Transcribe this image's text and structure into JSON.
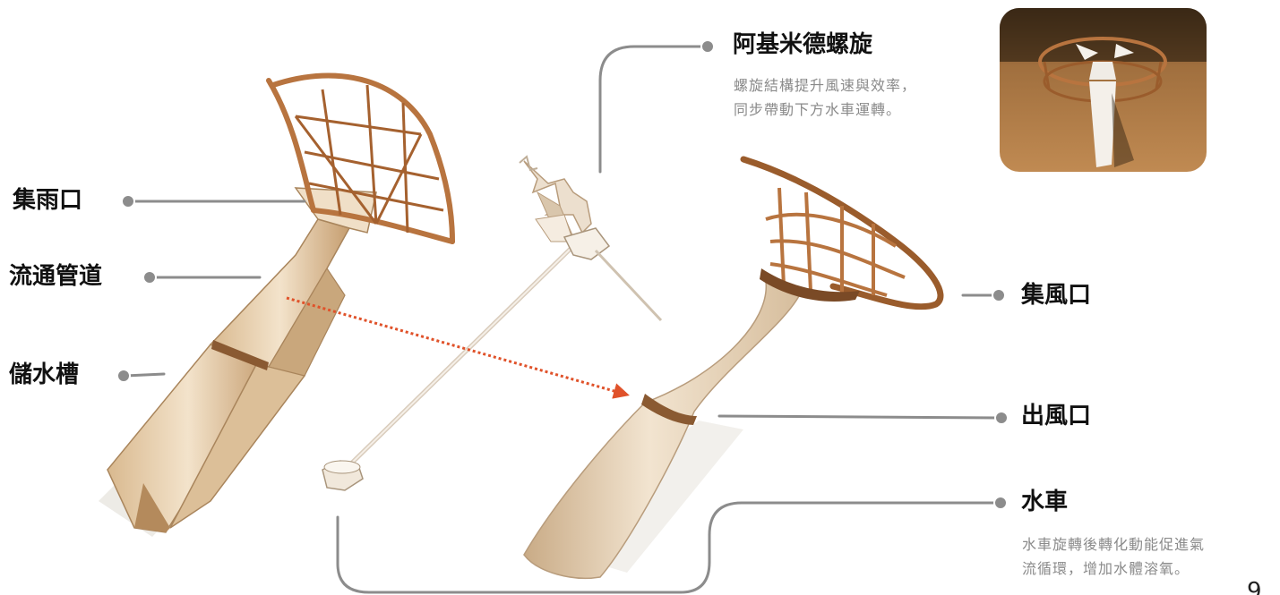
{
  "labels": {
    "rain_inlet": "集雨口",
    "flow_pipe": "流通管道",
    "water_tank": "儲水槽",
    "archimedes": "阿基米德螺旋",
    "wind_inlet": "集風口",
    "wind_outlet": "出風口",
    "waterwheel": "水車"
  },
  "descriptions": {
    "archimedes": [
      "螺旋結構提升風速與效率，",
      "同步帶動下方水車運轉。"
    ],
    "waterwheel": [
      "水車旋轉後轉化動能促進氣",
      "流循環，增加水體溶氧。"
    ]
  },
  "page_number": "9",
  "colors": {
    "leader_line": "#8c8c8c",
    "dashed_arrow": "#e0522a",
    "wood": "#b8743f",
    "body": "#e9d6bd"
  },
  "icons": {
    "leader_dot": "circle-dot",
    "photo": "render-photo"
  }
}
